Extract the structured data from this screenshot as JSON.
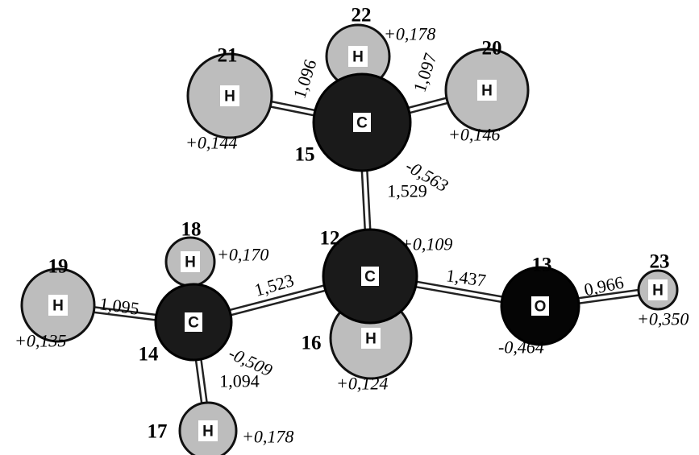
{
  "atoms": [
    {
      "id": "21",
      "symbol": "H",
      "charge": "+0,144"
    },
    {
      "id": "22",
      "symbol": "H",
      "charge": "+0,178"
    },
    {
      "id": "20",
      "symbol": "H",
      "charge": "+0,146"
    },
    {
      "id": "15",
      "symbol": "C",
      "charge": "-0,563"
    },
    {
      "id": "12",
      "symbol": "C",
      "charge": "+0,109"
    },
    {
      "id": "18",
      "symbol": "H",
      "charge": "+0,170"
    },
    {
      "id": "19",
      "symbol": "H",
      "charge": "+0,135"
    },
    {
      "id": "14",
      "symbol": "C",
      "charge": "-0,509"
    },
    {
      "id": "16",
      "symbol": "H",
      "charge": "+0,124"
    },
    {
      "id": "13",
      "symbol": "O",
      "charge": "-0,464"
    },
    {
      "id": "23",
      "symbol": "H",
      "charge": "+0,350"
    },
    {
      "id": "17",
      "symbol": "H",
      "charge": "+0,178"
    }
  ],
  "bonds": [
    {
      "from": "15",
      "to": "21",
      "length": "1,096"
    },
    {
      "from": "15",
      "to": "22",
      "length": ""
    },
    {
      "from": "15",
      "to": "20",
      "length": "1,097"
    },
    {
      "from": "15",
      "to": "12",
      "length": "1,529"
    },
    {
      "from": "12",
      "to": "14",
      "length": "1,523"
    },
    {
      "from": "12",
      "to": "13",
      "length": "1,437"
    },
    {
      "from": "12",
      "to": "16",
      "length": ""
    },
    {
      "from": "13",
      "to": "23",
      "length": "0,966"
    },
    {
      "from": "14",
      "to": "18",
      "length": ""
    },
    {
      "from": "14",
      "to": "19",
      "length": "1,095"
    },
    {
      "from": "14",
      "to": "17",
      "length": "1,094"
    }
  ]
}
